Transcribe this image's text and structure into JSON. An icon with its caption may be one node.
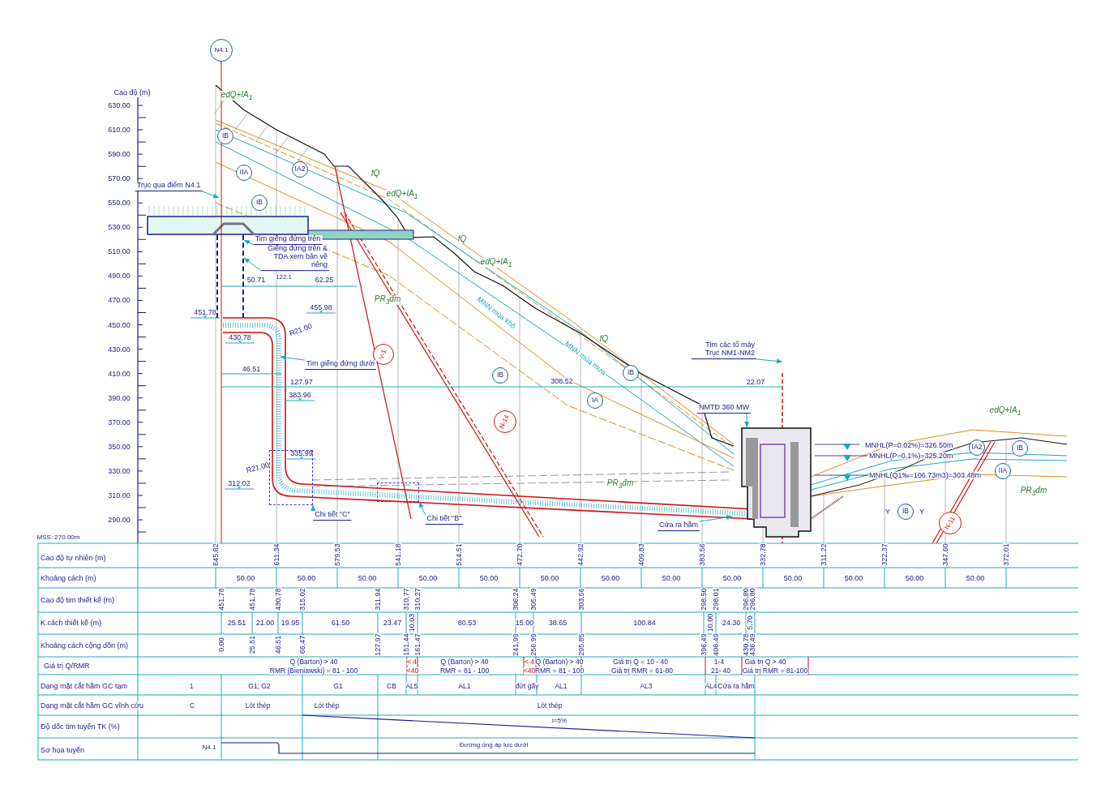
{
  "diagram": {
    "nodes": [
      {
        "text": [
          "N4.1"
        ]
      },
      {
        "text": [
          "IB"
        ]
      },
      {
        "text": [
          "IIA"
        ]
      },
      {
        "text": [
          "IA2"
        ]
      },
      {
        "text": [
          "IB"
        ]
      },
      {
        "text": [
          "V-1"
        ]
      },
      {
        "text": [
          "IB"
        ]
      },
      {
        "text": [
          "IB"
        ]
      },
      {
        "text": [
          "IA"
        ]
      },
      {
        "text": [
          "N-14"
        ]
      },
      {
        "text": [
          "IA2"
        ]
      },
      {
        "text": [
          "IB"
        ]
      },
      {
        "text": [
          "IIA"
        ]
      },
      {
        "text": [
          "IB"
        ],
        "beside": [
          "Y",
          "Y"
        ]
      },
      {
        "text": [
          "N-11"
        ]
      },
      {
        "text": [
          "Trục qua điểm N4.1"
        ]
      },
      {
        "text": [
          "Tim giếng đứng trên"
        ]
      },
      {
        "text": [
          "Giếng đứng trên & TDA xem bản vẽ riêng"
        ]
      },
      {
        "text": [
          "Tim giếng đứng dưới"
        ]
      },
      {
        "text": [
          "Chi tiết \"C\""
        ]
      },
      {
        "text": [
          "Chi tiết \"B\""
        ]
      },
      {
        "text": [
          "Tim các tổ máy Trục NM1-NM2"
        ]
      },
      {
        "text": [
          "NMTĐ 360 MW"
        ]
      },
      {
        "text": [
          "Cửa ra hầm"
        ]
      },
      {
        "text": [],
        "shape": "box"
      },
      {
        "text": [],
        "shape": "box"
      },
      {
        "text": [],
        "shape": "bar"
      }
    ],
    "edges": [
      {
        "from": 15,
        "to": null,
        "arrow": "to"
      },
      {
        "from": 16,
        "to": 26,
        "arrow": "to"
      },
      {
        "from": 17,
        "to": 26,
        "arrow": "to"
      },
      {
        "from": 18,
        "to": null,
        "arrow": "to"
      },
      {
        "from": 19,
        "to": 24,
        "arrow": "to"
      },
      {
        "from": 20,
        "to": 25,
        "arrow": "to"
      },
      {
        "from": 21,
        "to": null,
        "arrow": "to"
      },
      {
        "from": 22,
        "to": null,
        "arrow": "to"
      },
      {
        "from": 23,
        "to": null,
        "arrow": "to"
      }
    ],
    "labels": [
      "Cao độ (m)",
      "630.00",
      "610.00",
      "590.00",
      "570.00",
      "550.00",
      "530.00",
      "510.00",
      "490.00",
      "470.00",
      "450.00",
      "430.00",
      "410.00",
      "390.00",
      "370.00",
      "350.00",
      "330.00",
      "310.00",
      "290.00",
      "MSS: 270.00m",
      "edQ+IA$_{1}$",
      "fQ",
      "edQ+IA$_{1}$",
      "PR$_{3}$đm",
      "fQ",
      "edQ+IA$_{1}$",
      "MNN mùa khô",
      "MNN mùa mưa",
      "fQ",
      "PR$_{3}$đm",
      "edQ+IA$_{1}$",
      "PR$_{3}$đm",
      "50.71",
      "122.1",
      "62.25",
      "451.78",
      "455.98",
      "R21.00",
      "430.78",
      "46.51",
      "127.97",
      "383.96",
      "335.99",
      "R21.00",
      "312.02",
      "308.52",
      "22.07",
      "MNHL(P=0.02%)=326.50m",
      "MNHL(P=0.1%)=325.20m",
      "MNHL(Q1‰=106.73m3)=303.48m",
      "Cao độ tự nhiên (m)",
      "645.62",
      "611.34",
      "579.53",
      "541.18",
      "514.51",
      "472.70",
      "442.92",
      "409.83",
      "383.56",
      "332.78",
      "311.22",
      "322.37",
      "347.60",
      "372.01",
      "Khoảng cách (m)",
      "50.00",
      "50.00",
      "50.00",
      "50.00",
      "50.00",
      "50.00",
      "50.00",
      "50.00",
      "50.00",
      "50.00",
      "50.00",
      "50.00",
      "50.00",
      "Cao độ tim thiết kế (m)",
      "451.78",
      "451.78",
      "430.78",
      "315.02",
      "311.94",
      "310.77",
      "310.27",
      "306.24",
      "305.49",
      "303.56",
      "298.50",
      "298.01",
      "296.80",
      "296.80",
      "K.cách thiết kế (m)",
      "25.51",
      "21.00",
      "19.95",
      "61.50",
      "23.47",
      "10.03",
      "80.53",
      "15.00",
      "38.65",
      "100.84",
      "10.00",
      "24.30",
      "5.70",
      "Khoảng cách cộng dồn (m)",
      "0.00",
      "25.51",
      "46.51",
      "66.47",
      "127.97",
      "151.44",
      "161.47",
      "241.99",
      "256.99",
      "295.85",
      "396.49",
      "406.49",
      "430.78",
      "436.49",
      "Giá trị Q/RMR",
      "Q (Barton) > 40",
      "RMR (Bieniawski) = 81 - 100",
      "< 4",
      "<40",
      "Q (Barton) > 40",
      "RMR = 81 - 100",
      "< 4",
      "<40",
      "Q (Barton) > 40",
      "RMR = 81 - 100",
      "Giá trị Q = 10 - 40",
      "Giá trị RMR = 61-80",
      "1-4",
      "21- 40",
      "Giá trị Q > 40",
      "Giá trị RMR = 81-100",
      "Dạng mặt cắt hầm GC tạm",
      "1",
      "G1; G2",
      "G1",
      "CB",
      "AL5",
      "AL1",
      "đứt gãy",
      "AL1",
      "AL3",
      "AL4",
      "Cửa ra hầm",
      "Dạng mặt cắt hầm GC vĩnh cửu",
      "C",
      "Lót thép",
      "Lót thép",
      "Lót thép",
      "Độ dốc tim tuyến TK (%)",
      "i=5%",
      "Sơ họa tuyến",
      "N4.1",
      "Đường ống áp lực dưới"
    ]
  }
}
